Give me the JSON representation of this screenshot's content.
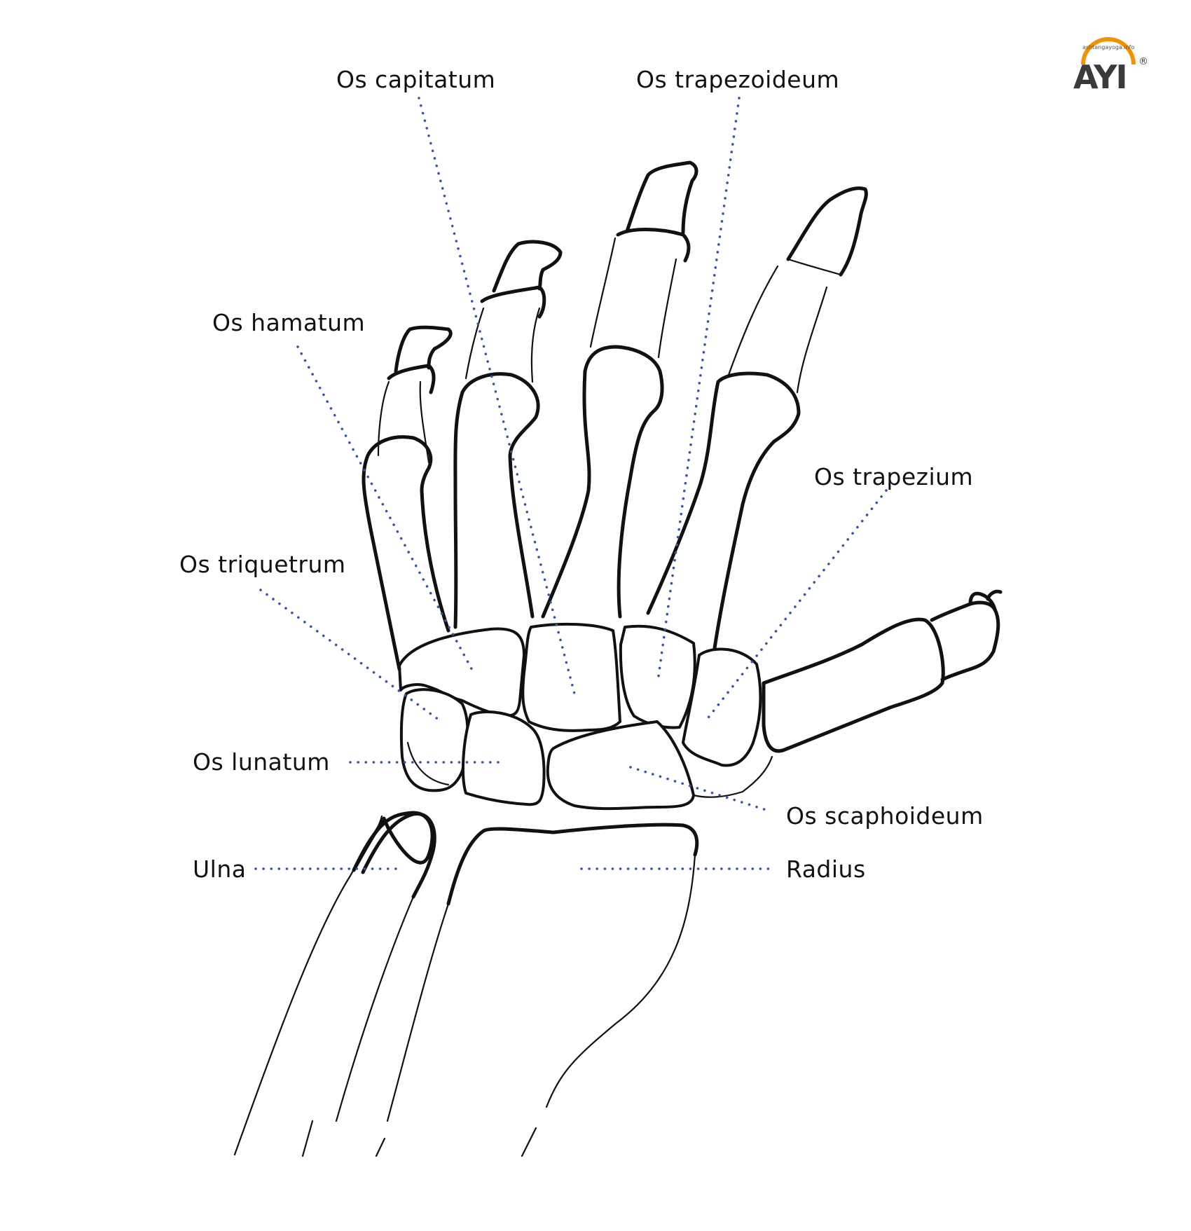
{
  "labels": {
    "capitatum": "Os capitatum",
    "trapezoideum": "Os trapezoideum",
    "hamatum": "Os hamatum",
    "trapezium": "Os trapezium",
    "triquetrum": "Os triquetrum",
    "lunatum": "Os lunatum",
    "scaphoideum": "Os scaphoideum",
    "ulna": "Ulna",
    "radius": "Radius"
  },
  "logo": {
    "text": "AYI",
    "arc_text": "ashtangayoga.info",
    "registered": "®"
  },
  "colors": {
    "leader": "#3a55a0",
    "outline": "#111111",
    "label_text": "#111111",
    "logo_dark": "#3a3a3a",
    "logo_orange": "#f39200"
  }
}
